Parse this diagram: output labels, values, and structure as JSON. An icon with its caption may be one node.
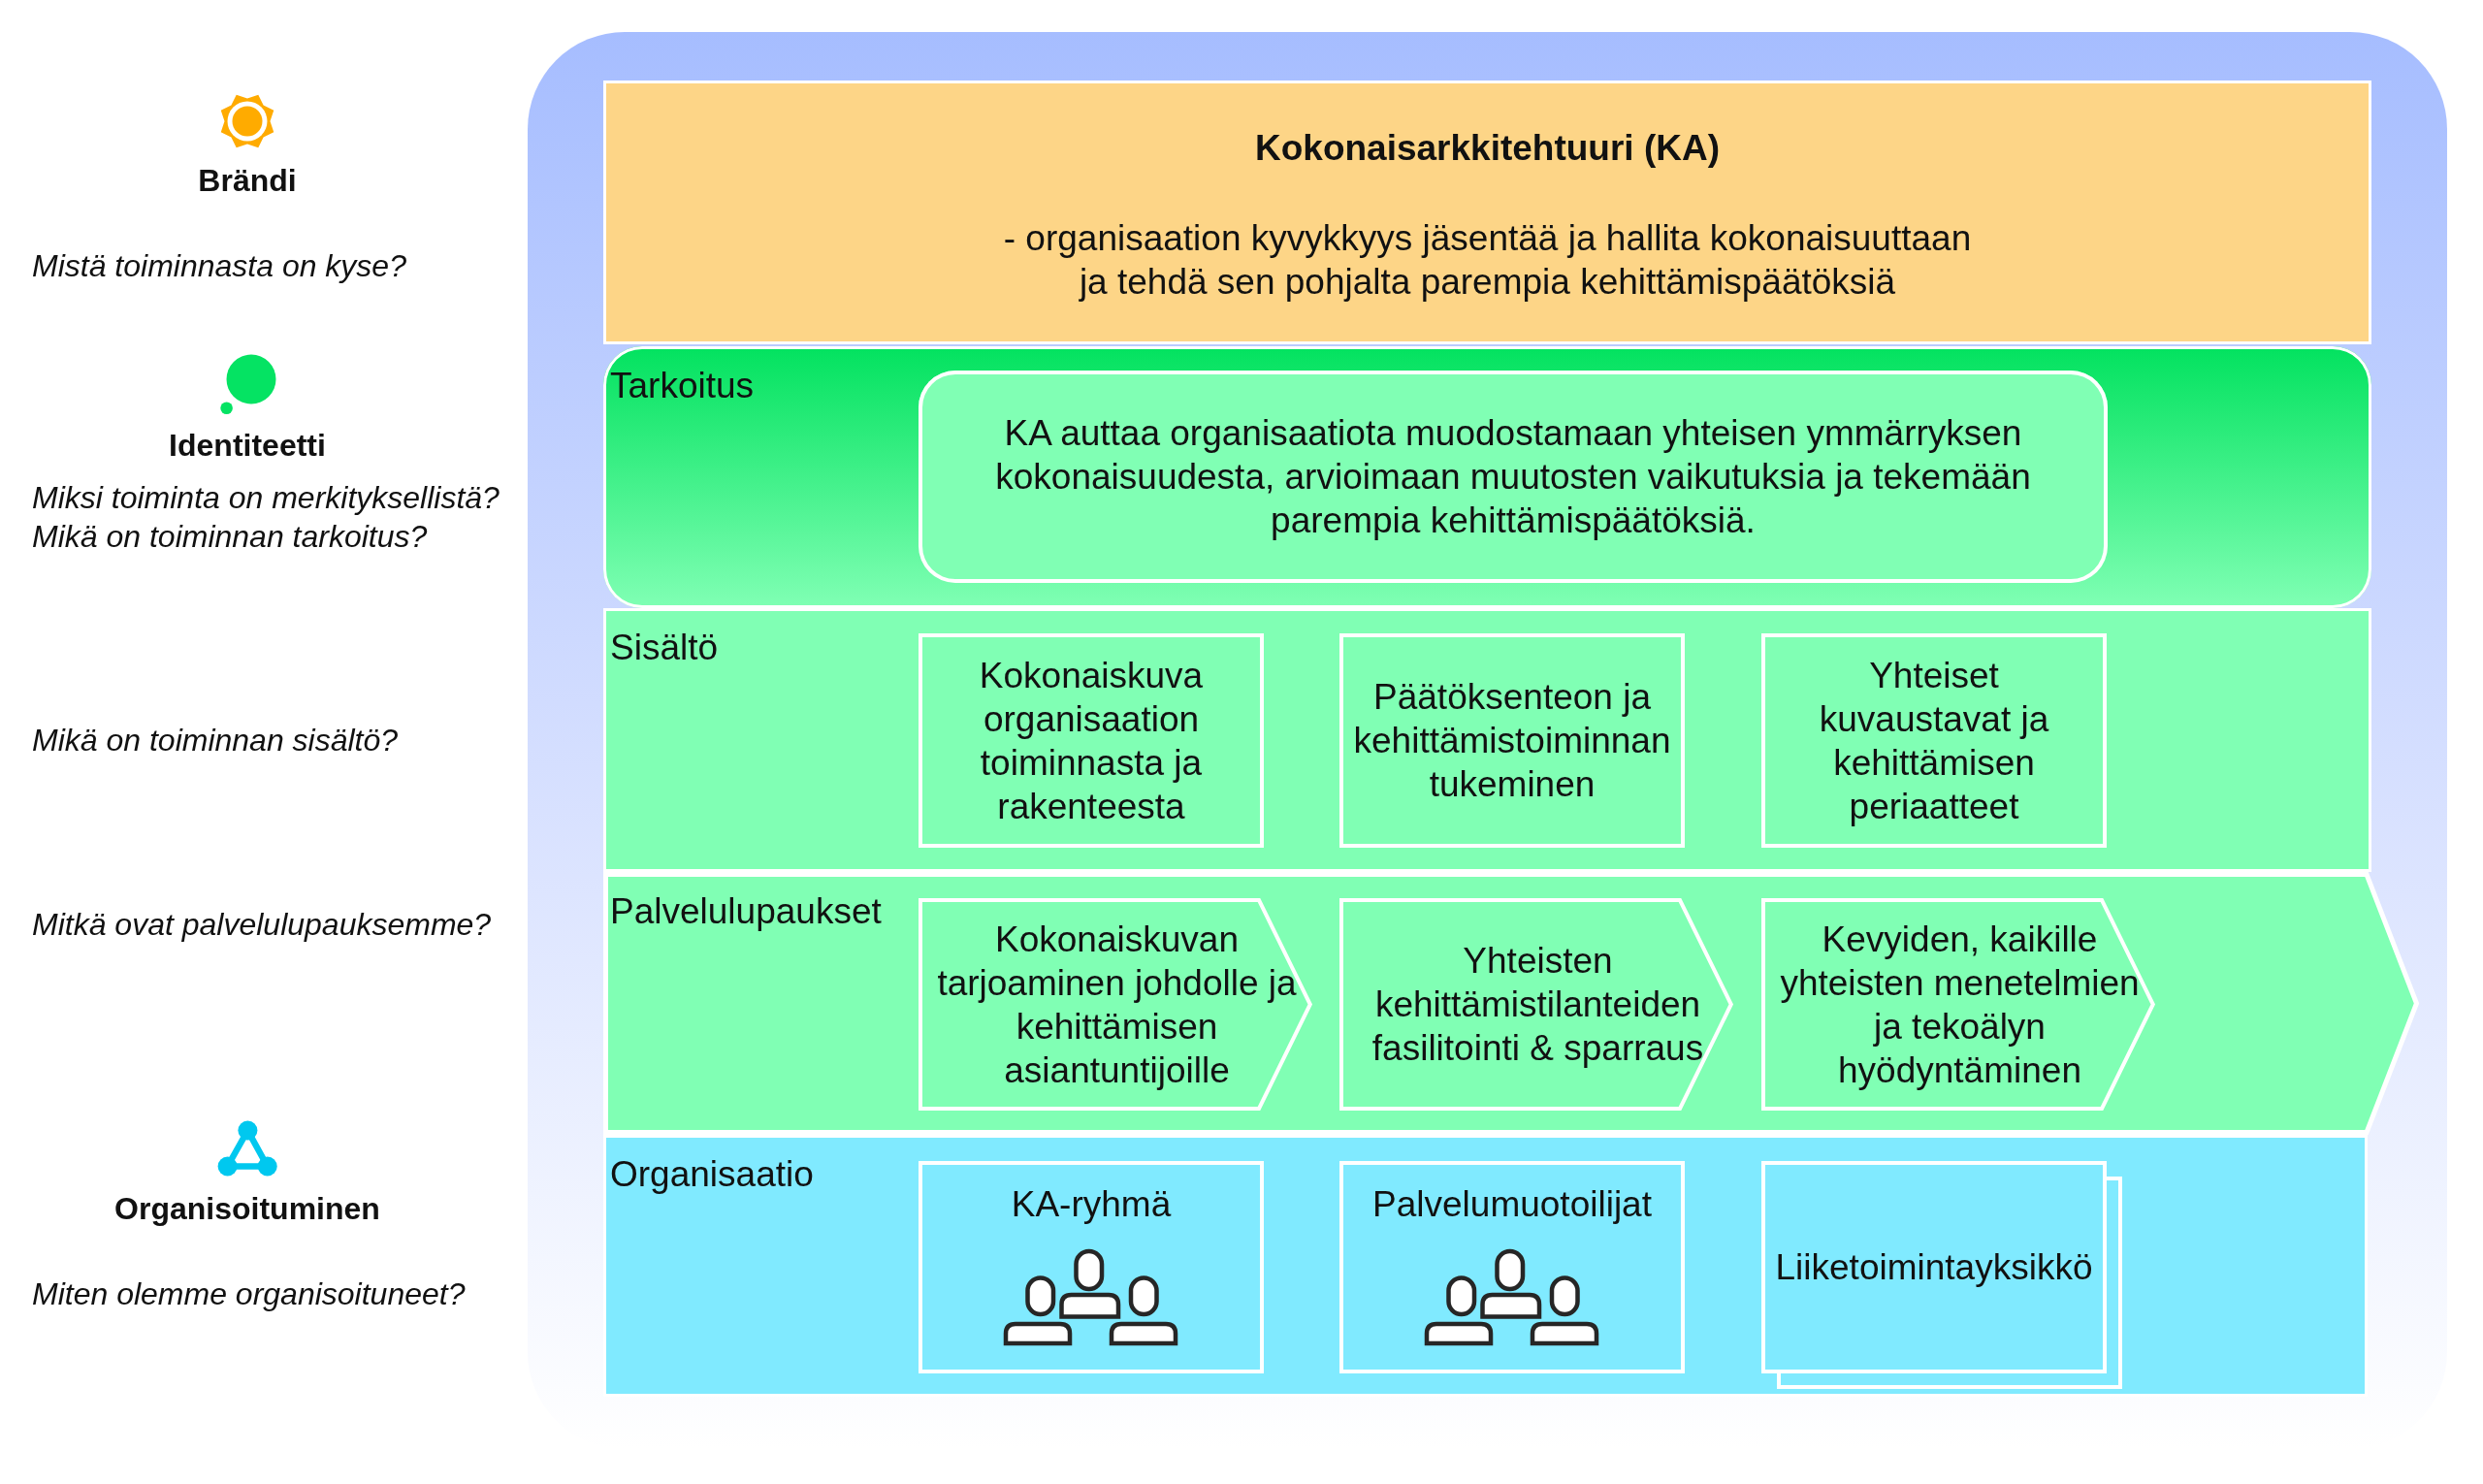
{
  "diagram": {
    "nodes": [
      {
        "text": [
          "Kokonaisarkkitehtuuri (KA)",
          "- organisaation kyvykkyys jäsentää ja hallita kokonaisuuttaan ja tehdä sen pohjalta parempia kehittämispäätöksiä"
        ]
      },
      {
        "text": [
          "Tarkoitus"
        ]
      },
      {
        "text": [
          "KA auttaa organisaatiota muodostamaan yhteisen ymmärryksen kokonaisuudesta, arvioimaan muutosten vaikutuksia ja tekemään parempia kehittämispäätöksiä."
        ],
        "in": 1
      },
      {
        "text": [
          "Sisältö"
        ]
      },
      {
        "text": [
          "Kokonaiskuva organisaation toiminnasta ja rakenteesta"
        ],
        "in": 3
      },
      {
        "text": [
          "Päätöksenteon ja kehittämistoiminnan tukeminen"
        ],
        "in": 3
      },
      {
        "text": [
          "Yhteiset kuvaustavat ja kehittämisen periaatteet"
        ],
        "in": 3
      },
      {
        "text": [
          "Palvelulupaukset"
        ]
      },
      {
        "text": [
          "Kokonaiskuvan tarjoaminen johdolle ja kehittämisen asiantuntijoille"
        ],
        "in": 7
      },
      {
        "text": [
          "Yhteisten kehittämistilanteiden fasilitointi & sparraus"
        ],
        "in": 7
      },
      {
        "text": [
          "Kevyiden, kaikille yhteisten menetelmien ja tekoälyn hyödyntäminen"
        ],
        "in": 7
      },
      {
        "text": [
          "Organisaatio"
        ]
      },
      {
        "text": [
          "KA-ryhmä"
        ],
        "in": 11
      },
      {
        "text": [
          "Palvelumuotoilijat"
        ],
        "in": 11
      },
      {
        "text": [
          "Liiketoimintayksikkö"
        ],
        "in": 11
      }
    ],
    "labels": [
      "Brändi",
      "Mistä toiminnasta on kyse?",
      "Identiteetti",
      "Miksi toiminta on merkityksellistä?",
      "Mikä on toiminnan tarkoitus?",
      "Mikä on toiminnan sisältö?",
      "Mitkä ovat palvelulupauksemme?",
      "Organisoituminen",
      "Miten olemme organisoituneet?"
    ]
  }
}
